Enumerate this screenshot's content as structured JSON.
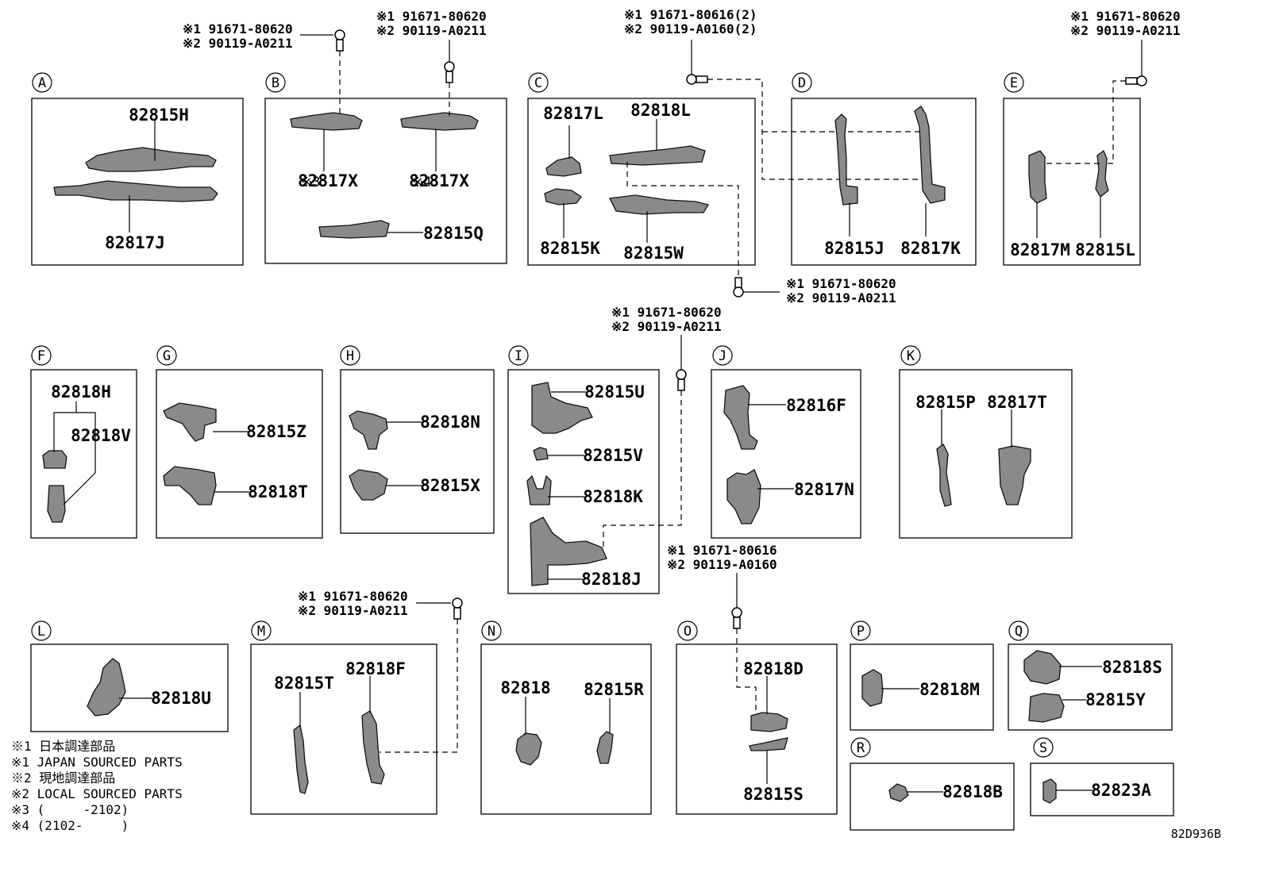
{
  "sections": {
    "A": "A",
    "B": "B",
    "C": "C",
    "D": "D",
    "E": "E",
    "F": "F",
    "G": "G",
    "H": "H",
    "I": "I",
    "J": "J",
    "K": "K",
    "L": "L",
    "M": "M",
    "N": "N",
    "O": "O",
    "P": "P",
    "Q": "Q",
    "R": "R",
    "S": "S"
  },
  "parts": {
    "a_h": "82815H",
    "a_j": "82817J",
    "b_x3": "82817X",
    "b_x4": "82817X",
    "b_q": "82815Q",
    "c_l7": "82817L",
    "c_l8": "82818L",
    "c_k": "82815K",
    "c_w": "82815W",
    "d_j": "82815J",
    "d_k": "82817K",
    "e_m": "82817M",
    "e_l": "82815L",
    "f_h": "82818H",
    "f_v": "82818V",
    "g_z": "82815Z",
    "g_t": "82818T",
    "h_n": "82818N",
    "h_x": "82815X",
    "i_u": "82815U",
    "i_v": "82815V",
    "i_k": "82818K",
    "i_j": "82818J",
    "j_f": "82816F",
    "j_n": "82817N",
    "k_p": "82815P",
    "k_t": "82817T",
    "l_u": "82818U",
    "m_t": "82815T",
    "m_f": "82818F",
    "n_base": "82818",
    "n_r": "82815R",
    "o_d": "82818D",
    "o_s": "82815S",
    "p_m": "82818M",
    "q_s": "82818S",
    "q_y": "82815Y",
    "r_b": "82818B",
    "s_a": "82823A"
  },
  "notes": {
    "x3": "※3",
    "x4": "※4"
  },
  "fasteners": {
    "b1": {
      "line1": "※1 91671-80620",
      "line2": "※2 90119-A0211"
    },
    "b2": {
      "line1": "※1 91671-80620",
      "line2": "※2 90119-A0211"
    },
    "cd": {
      "line1": "※1 91671-80616(2)",
      "line2": "※2 90119-A0160(2)"
    },
    "e": {
      "line1": "※1 91671-80620",
      "line2": "※2 90119-A0211"
    },
    "c": {
      "line1": "※1 91671-80620",
      "line2": "※2 90119-A0211"
    },
    "i": {
      "line1": "※1 91671-80620",
      "line2": "※2 90119-A0211"
    },
    "o": {
      "line1": "※1 91671-80616",
      "line2": "※2 90119-A0160"
    },
    "m": {
      "line1": "※1 91671-80620",
      "line2": "※2 90119-A0211"
    }
  },
  "legend": [
    "※1 日本調達部品",
    "※1 JAPAN SOURCED PARTS",
    "※2 現地調達部品",
    "※2 LOCAL SOURCED PARTS",
    "※3 (     -2102)",
    "※4 (2102-     )"
  ],
  "figure_id": "82D936B"
}
